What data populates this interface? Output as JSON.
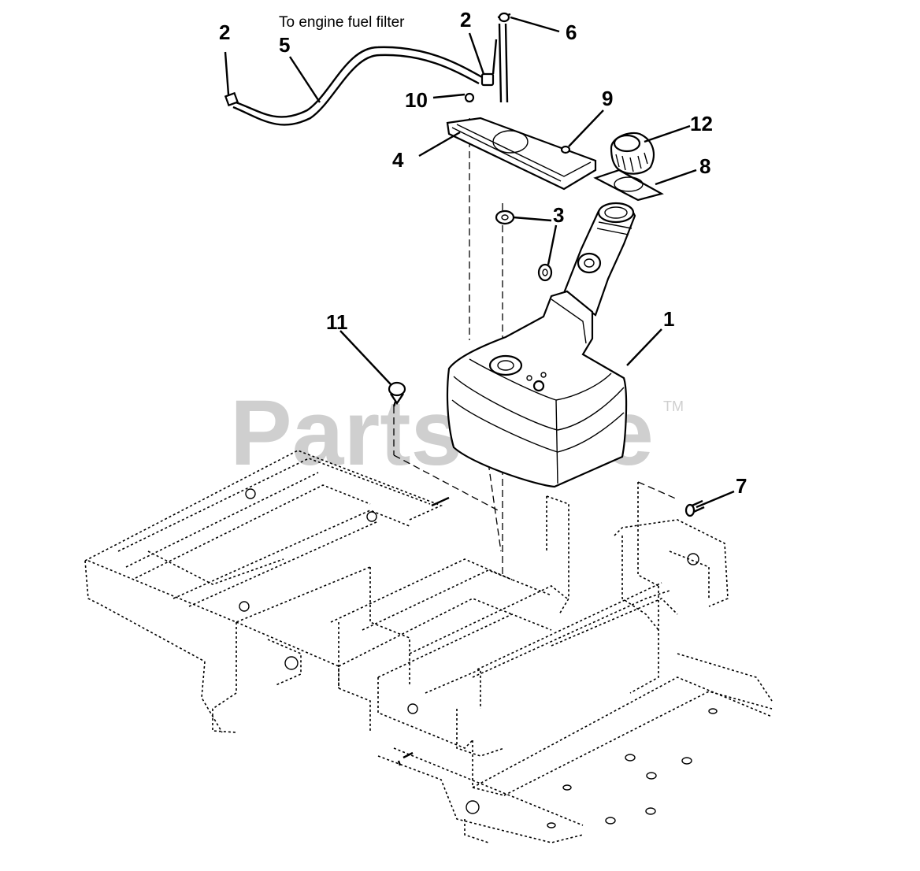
{
  "diagram": {
    "annotation": "To engine fuel filter",
    "watermark": "PartsTree",
    "trademark": "TM",
    "callouts": {
      "c1": "1",
      "c2a": "2",
      "c2b": "2",
      "c3": "3",
      "c4": "4",
      "c5": "5",
      "c6": "6",
      "c7": "7",
      "c8": "8",
      "c9": "9",
      "c10": "10",
      "c11": "11",
      "c12": "12"
    }
  }
}
